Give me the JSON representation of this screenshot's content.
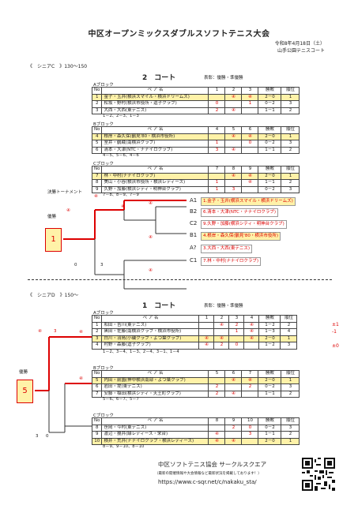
{
  "header": {
    "title": "中区オープンミックスダブルスソフトテニス大会",
    "date": "令和8年4月18日（土）",
    "venue": "山手公園テニスコート"
  },
  "sectionC": {
    "label": "《　シニアC　》130～150",
    "court": "2　コート",
    "kind": "表彰：優勝・準優勝",
    "blocks": [
      {
        "label": "Aブロック",
        "head": [
          "No",
          "ペ ア 名",
          "1",
          "2",
          "3",
          "勝敗",
          "順位"
        ],
        "rows": [
          {
            "no": "1",
            "name": "金子・玉井(横浜スマイル・横浜ドリームズ)",
            "c1": "",
            "c2": "④",
            "c3": "④",
            "wl": "2－0",
            "rank": "1",
            "hl": true
          },
          {
            "no": "2",
            "name": "松坂・野村(横浜市役所・逗子クラブ)",
            "c1": "0",
            "c2": "",
            "c3": "1",
            "wl": "0－2",
            "rank": "3",
            "hl": false
          },
          {
            "no": "3",
            "name": "大西・大西(東テニス)",
            "c1": "2",
            "c2": "④",
            "c3": "",
            "wl": "1－1",
            "rank": "2",
            "hl": false
          }
        ],
        "order": "1－2、2－3、1－3"
      },
      {
        "label": "Bブロック",
        "head": [
          "No",
          "ペ ア 名",
          "4",
          "5",
          "6",
          "勝敗",
          "順位"
        ],
        "rows": [
          {
            "no": "4",
            "name": "根岸・森久保(鶴見'80・横浜市役所)",
            "c1": "",
            "c2": "④",
            "c3": "④",
            "wl": "2－0",
            "rank": "1",
            "hl": true
          },
          {
            "no": "5",
            "name": "室井・鶴蔵(南横浜クラブ)",
            "c1": "1",
            "c2": "",
            "c3": "0",
            "wl": "0－2",
            "rank": "3",
            "hl": false
          },
          {
            "no": "6",
            "name": "清本・大津(NTC・ナナイロクラブ)",
            "c1": "3",
            "c2": "④",
            "c3": "",
            "wl": "1－1",
            "rank": "2",
            "hl": false
          }
        ],
        "order": "4－5、5－6、4－6"
      },
      {
        "label": "Cブロック",
        "head": [
          "No",
          "ペ ア 名",
          "7",
          "8",
          "9",
          "勝敗",
          "順位"
        ],
        "rows": [
          {
            "no": "7",
            "name": "林・中村(ナナイロクラブ)",
            "c1": "",
            "c2": "④",
            "c3": "④",
            "wl": "2－0",
            "rank": "1",
            "hl": true
          },
          {
            "no": "8",
            "name": "美山・小谷(横浜市役所・横浜レディース)",
            "c1": "1",
            "c2": "",
            "c3": "④",
            "wl": "1－1",
            "rank": "2",
            "hl": false
          },
          {
            "no": "9",
            "name": "久野・加藤(横浜シティ・明神台クラブ)",
            "c1": "1",
            "c2": "3",
            "c3": "",
            "wl": "0－2",
            "rank": "3",
            "hl": false
          }
        ],
        "order": "7－8、8－9、7－9"
      }
    ],
    "bracket": {
      "label": "決勝トーナメント",
      "win_label": "優勝",
      "win_no": "1",
      "scores": [
        "④",
        "④",
        "④",
        "④",
        "④",
        "④",
        "0",
        "3"
      ],
      "positions": [
        "A1",
        "B2",
        "C2",
        "B1",
        "A?",
        "C1"
      ],
      "results": [
        "1.金子・玉井(横浜スマイル・横浜ドリームズ)",
        "6.清本・大津(NTC・ナナイロクラブ)",
        "9.久野・加藤(横浜シティ・明神台クラブ)",
        "4.根岸・森久保(鶴見'80・横浜市役所)",
        "3.大西・大西(東テニス)",
        "7.林・中村(ナナイロクラブ)"
      ]
    }
  },
  "sectionD": {
    "label": "《　シニアD　》150～",
    "court": "1　コート",
    "kind": "表彰：優勝・準優勝",
    "blocks": [
      {
        "label": "Aブロック",
        "head": [
          "No",
          "ペ ア 名",
          "1",
          "2",
          "3",
          "4",
          "勝敗",
          "順位"
        ],
        "rows": [
          {
            "no": "1",
            "name": "和田・吉川(東テニス)",
            "c": [
              "",
              "④",
              "2",
              "④"
            ],
            "wl": "1－2",
            "rank": "2",
            "mark": "±1",
            "hl": false
          },
          {
            "no": "2",
            "name": "黒田・佐藤(南横浜クラブ・横浜市役所)",
            "c": [
              "",
              "",
              "1",
              "④"
            ],
            "wl": "1－3",
            "rank": "4",
            "mark": "-1",
            "hl": false
          },
          {
            "no": "3",
            "name": "白川・羽鳥(小磯クラブ・よつ葉クラブ)",
            "c": [
              "④",
              "④",
              "",
              "④"
            ],
            "wl": "2－0",
            "rank": "1",
            "mark": "",
            "hl": true
          },
          {
            "no": "4",
            "name": "村野・森藤(逗子クラブ)",
            "c": [
              "④",
              "2",
              "0",
              ""
            ],
            "wl": "1－2",
            "rank": "3",
            "mark": "±0",
            "hl": false
          }
        ],
        "order": "1－2、3－4、1－3、2－4、3－1、1－4"
      },
      {
        "label": "Bブロック",
        "head": [
          "No",
          "ペ ア 名",
          "5",
          "6",
          "7",
          "勝敗",
          "順位"
        ],
        "rows": [
          {
            "no": "5",
            "name": "内田・前園(神中横浜南部・よつ葉クラブ)",
            "c1": "",
            "c2": "④",
            "c3": "④",
            "wl": "2－0",
            "rank": "1",
            "hl": true
          },
          {
            "no": "6",
            "name": "岩田・堤(東テニス)",
            "c1": "2",
            "c2": "",
            "c3": "2",
            "wl": "0－2",
            "rank": "3",
            "hl": false
          },
          {
            "no": "7",
            "name": "安藤・稲田(横浜シティ・天王町クラブ)",
            "c1": "2",
            "c2": "④",
            "c3": "",
            "wl": "1－1",
            "rank": "2",
            "hl": false
          }
        ],
        "order": "5－6、6－7、5－7"
      },
      {
        "label": "Cブロック",
        "head": [
          "No",
          "ペ ア 名",
          "8",
          "9",
          "10",
          "勝敗",
          "順位"
        ],
        "rows": [
          {
            "no": "8",
            "name": "笹岡・今村(東テニス)",
            "c1": "",
            "c2": "2",
            "c3": "0",
            "wl": "0－2",
            "rank": "3",
            "hl": false
          },
          {
            "no": "9",
            "name": "渡辺・攪井(緑レディース・栄台)",
            "c1": "④",
            "c2": "",
            "c3": "3",
            "wl": "1－1",
            "rank": "2",
            "hl": false
          },
          {
            "no": "10",
            "name": "横井・荒井(ナナイロクラブ・横浜レディース)",
            "c1": "④",
            "c2": "④",
            "c3": "",
            "wl": "2－0",
            "rank": "1",
            "hl": true
          }
        ],
        "order": "8－9、9－10、8－10"
      }
    ],
    "bracket": {
      "win_label": "優勝",
      "win_no": "5",
      "scores": [
        "④",
        "3",
        "④",
        "④",
        "3",
        "0"
      ]
    }
  },
  "footer": {
    "org": "中区ソフトテニス協会 サークルスクエア",
    "note": "（最新の開催情報や大会情報など最新状況を掲載しております！）",
    "url": "https://www.c-sqr.net/c/nakaku_sta/"
  }
}
